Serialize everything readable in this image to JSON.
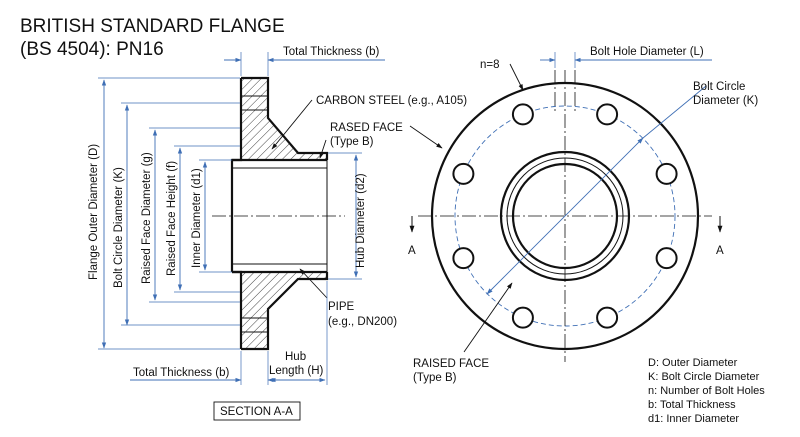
{
  "title": {
    "line1": "BRITISH STANDARD FLANGE",
    "line2": "(BS 4504): PN16"
  },
  "section_view": {
    "total_thickness_top": "Total Thickness (b)",
    "total_thickness_bottom": "Total Thickness (b)",
    "carbon_steel": "CARBON STEEL (e.g., A105)",
    "rased_face_line1": "RASED FACE",
    "rased_face_line2": "(Type B)",
    "pipe_line1": "PIPE",
    "pipe_line2": "(e.g., DN200)",
    "hub_line1": "Hub",
    "hub_line2": "Length (H)",
    "flange_outer_diameter": "Flange Outer Diameter (D)",
    "bolt_circle_diameter": "Bolt Circle Diameter (K)",
    "raised_face_diameter": "Raised Face Diameter (g)",
    "raised_face_height": "Raised Face Height (f)",
    "inner_diameter": "Inner Diameter (d1)",
    "hub_diameter": "Hub Diameter (d2)",
    "section_label": "SECTION A-A"
  },
  "front_view": {
    "n_label": "n=8",
    "bolt_hole_diameter": "Bolt Hole Diameter (L)",
    "bolt_circle_line1": "Bolt Circle",
    "bolt_circle_line2": "Diameter (K)",
    "section_mark_left": "A",
    "section_mark_right": "A",
    "raised_face_line1": "RAISED FACE",
    "raised_face_line2": "(Type B)",
    "bolt_hole_count": 8
  },
  "legend": [
    "D: Outer Diameter",
    "K: Bolt Circle Diameter",
    "n: Number of Bolt Holes",
    "b: Total Thickness",
    "d1: Inner Diameter"
  ],
  "colors": {
    "dimension": "#3f6fb5",
    "outline": "#111111",
    "background": "#ffffff"
  }
}
